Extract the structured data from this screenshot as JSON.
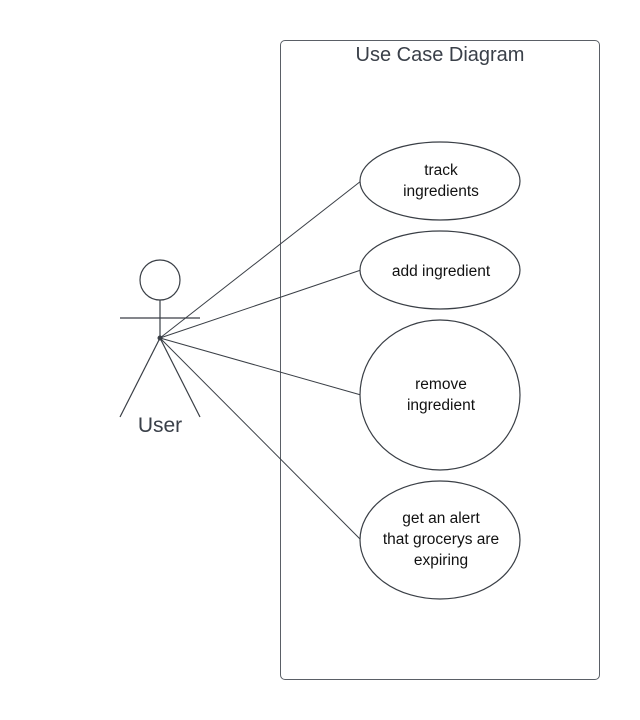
{
  "system": {
    "title": "Use Case Diagram"
  },
  "actor": {
    "label": "User"
  },
  "use_cases": [
    {
      "label": "track\ningredients"
    },
    {
      "label": "add ingredient"
    },
    {
      "label": "remove\ningredient"
    },
    {
      "label": "get an alert\nthat grocerys are\nexpiring"
    }
  ],
  "colors": {
    "line": "#3a3f46",
    "text": "#3a4049",
    "background": "#ffffff"
  }
}
